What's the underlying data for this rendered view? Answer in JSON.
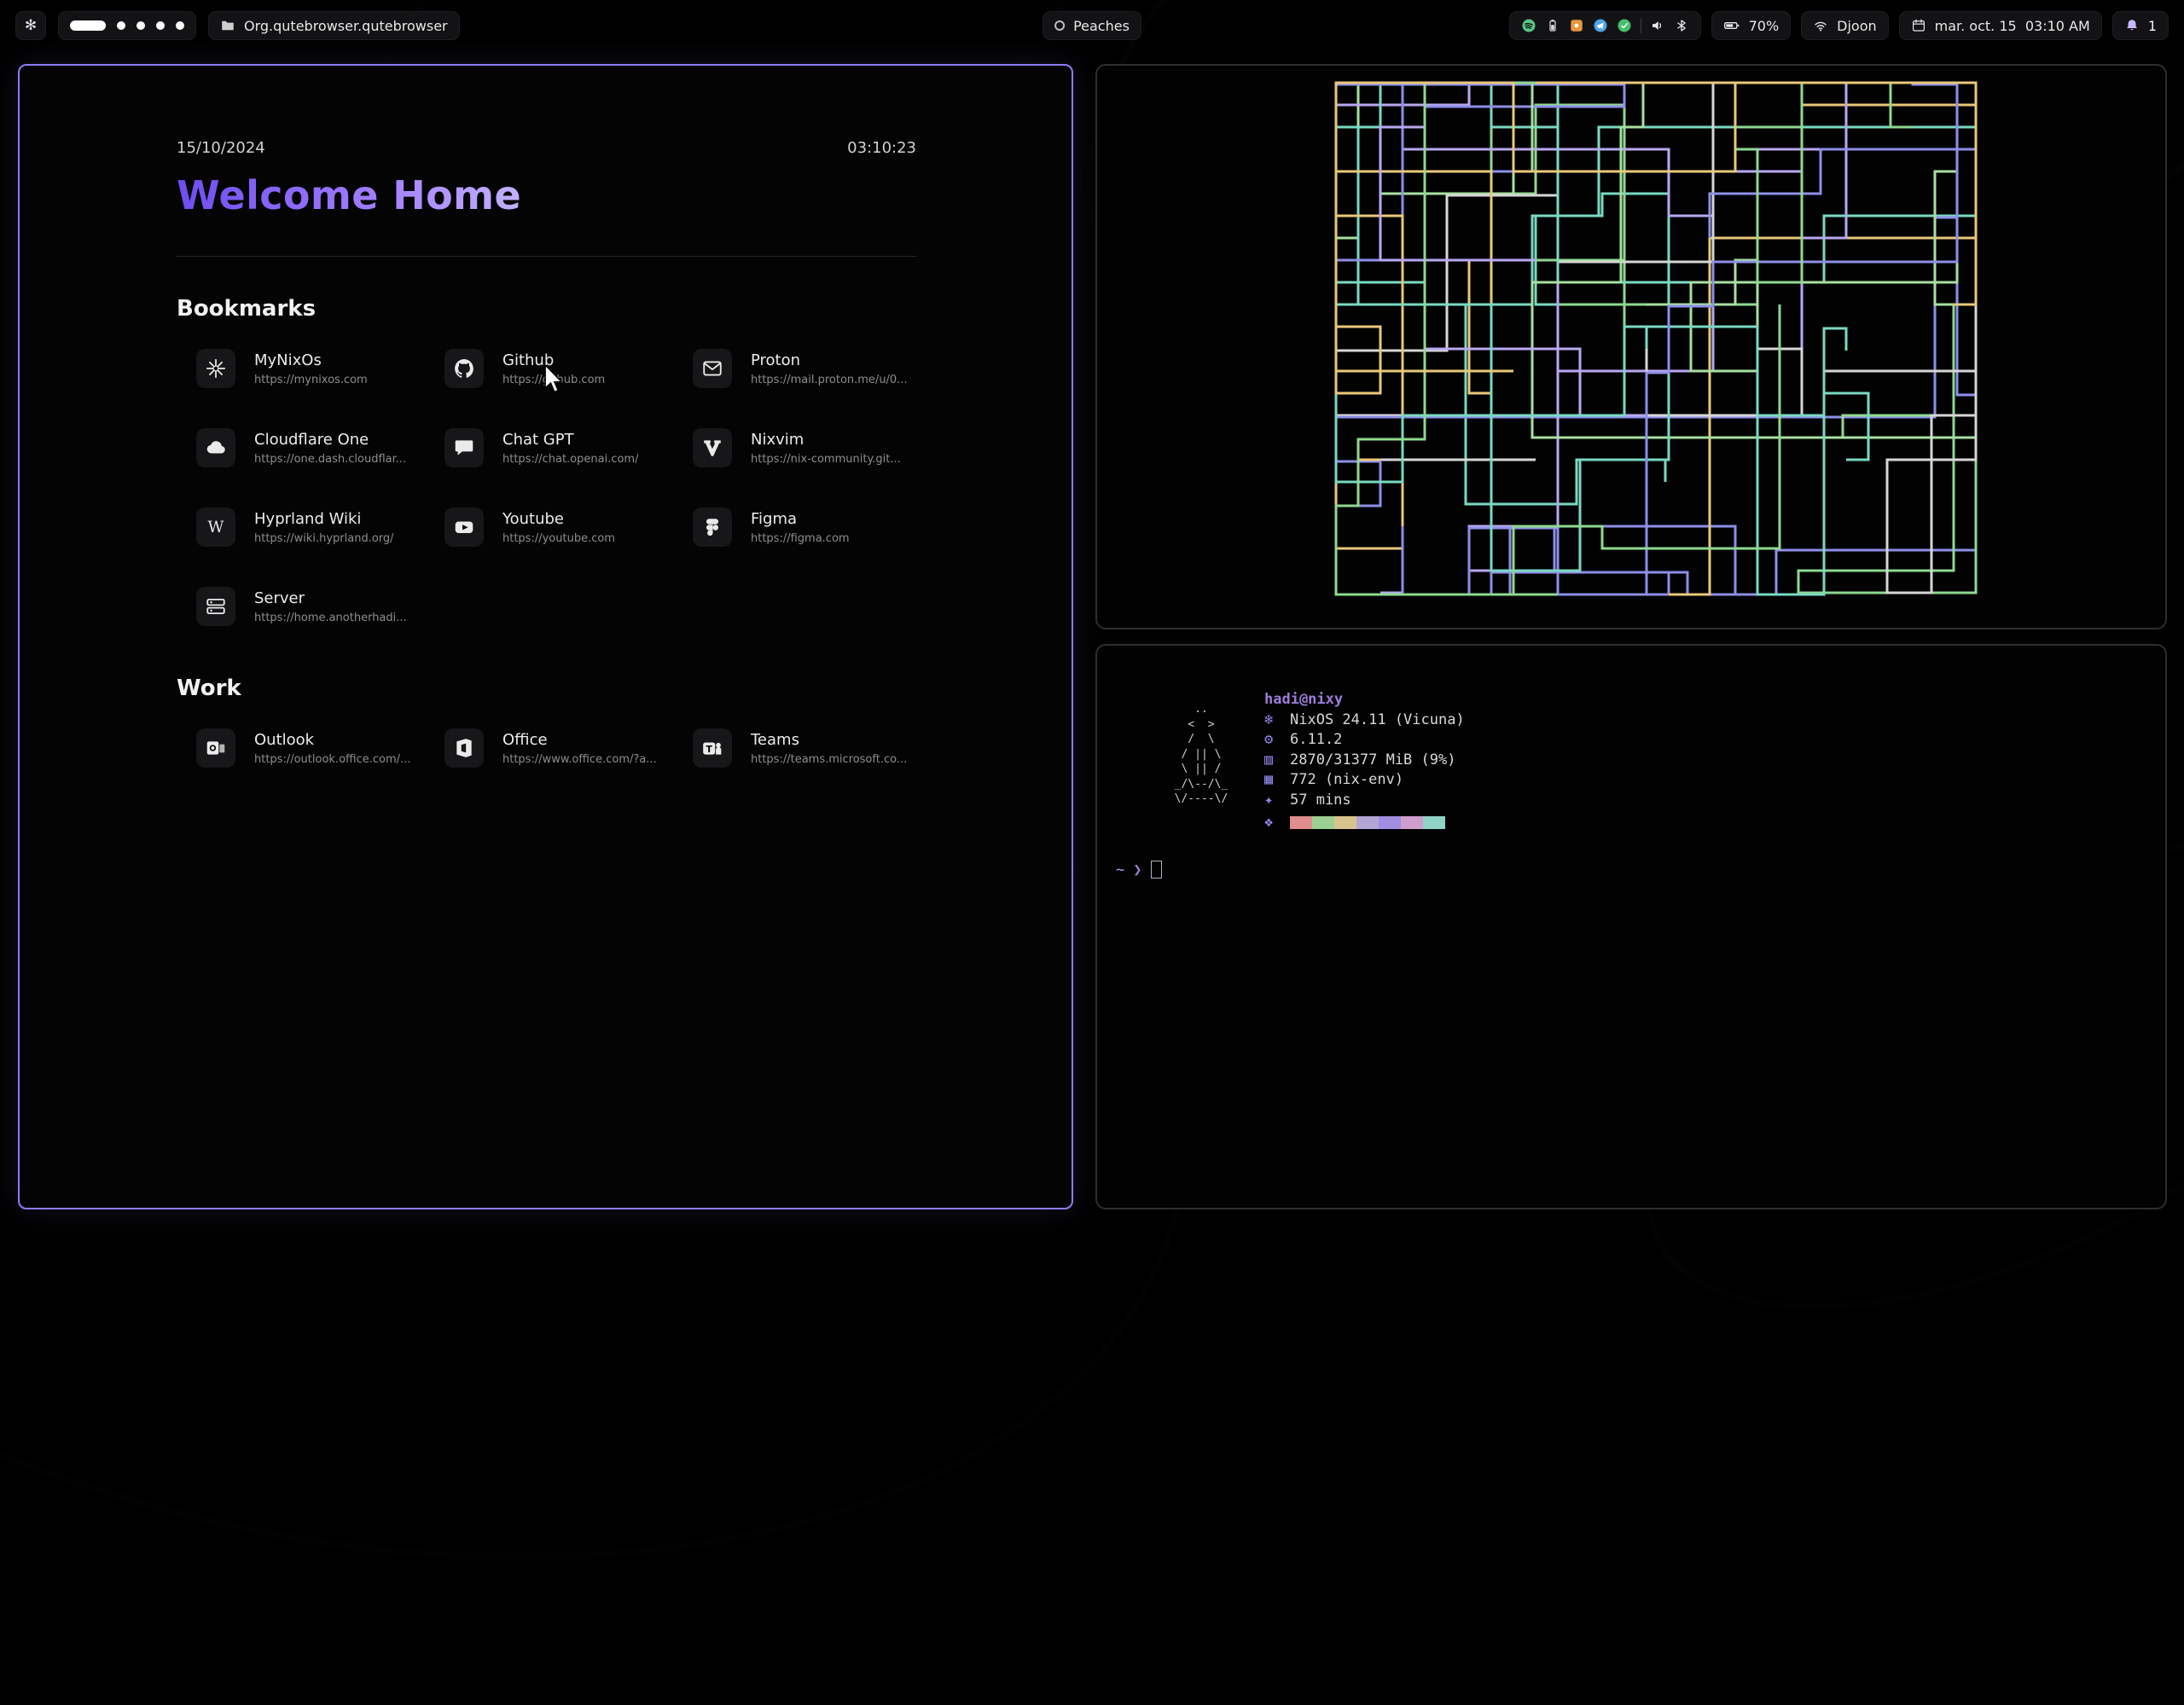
{
  "theme": {
    "accent": "#8b7cf8",
    "terminal_border": "#2e2e31"
  },
  "topbar": {
    "launcher": {
      "icon": "✻"
    },
    "workspaces": {
      "count": 5,
      "active": 0
    },
    "window_chip": {
      "title": "Org.qutebrowser.qutebrowser"
    },
    "center_chip": {
      "label": "Peaches"
    },
    "tray": {
      "spotify": "#57c786",
      "battery_glyph": "#dcdcdc",
      "app_orange": "#e8963f",
      "app_blue": "#4ea4e8",
      "app_green": "#46c06a"
    },
    "battery": {
      "percent": "70%"
    },
    "network": {
      "ssid": "Djoon"
    },
    "clock": {
      "text": "mar. oct. 15  03:10 AM"
    },
    "notifications": {
      "count": "1",
      "bell_color": "#c9b8ff"
    }
  },
  "startpage": {
    "date": "15/10/2024",
    "time": "03:10:23",
    "title": "Welcome Home",
    "sections": [
      {
        "heading": "Bookmarks",
        "items": [
          {
            "name": "MyNixOs",
            "url": "https://mynixos.com",
            "icon": "snowflake"
          },
          {
            "name": "Github",
            "url": "https://github.com",
            "icon": "github"
          },
          {
            "name": "Proton",
            "url": "https://mail.proton.me/u/0...",
            "icon": "mail"
          },
          {
            "name": "Cloudflare One",
            "url": "https://one.dash.cloudflar...",
            "icon": "cloud"
          },
          {
            "name": "Chat GPT",
            "url": "https://chat.openai.com/",
            "icon": "chat"
          },
          {
            "name": "Nixvim",
            "url": "https://nix-community.git...",
            "icon": "vim"
          },
          {
            "name": "Hyprland Wiki",
            "url": "https://wiki.hyprland.org/",
            "icon": "wiki"
          },
          {
            "name": "Youtube",
            "url": "https://youtube.com",
            "icon": "youtube"
          },
          {
            "name": "Figma",
            "url": "https://figma.com",
            "icon": "figma"
          },
          {
            "name": "Server",
            "url": "https://home.anotherhadi...",
            "icon": "server"
          }
        ]
      },
      {
        "heading": "Work",
        "items": [
          {
            "name": "Outlook",
            "url": "https://outlook.office.com/...",
            "icon": "outlook"
          },
          {
            "name": "Office",
            "url": "https://www.office.com/?a...",
            "icon": "office"
          },
          {
            "name": "Teams",
            "url": "https://teams.microsoft.co...",
            "icon": "teams"
          }
        ]
      }
    ]
  },
  "pipes": {
    "palette": [
      "#79d9c2",
      "#8f8fe8",
      "#8fd98f",
      "#e8c87a",
      "#a8e0a0",
      "#b9a8f0",
      "#d6d6d6"
    ]
  },
  "fetch": {
    "title": "hadi@nixy",
    "ascii": [
      "     ..",
      "    <  >",
      "    /  \\",
      "   / || \\",
      "   \\ || /",
      "  _/\\--/\\_",
      "  \\/----\\/"
    ],
    "lines": [
      {
        "icon": "❄",
        "text": "NixOS 24.11 (Vicuna)"
      },
      {
        "icon": "⚙",
        "text": "6.11.2"
      },
      {
        "icon": "▥",
        "text": "2870/31377 MiB (9%)"
      },
      {
        "icon": "▦",
        "text": "772 (nix-env)"
      },
      {
        "icon": "✦",
        "text": "57 mins"
      }
    ],
    "palette_icon": "❖",
    "palette": [
      "#e08d8d",
      "#9ccf92",
      "#d9c48e",
      "#b3a6d4",
      "#a08ee0",
      "#cf9ecf",
      "#8fd4c4"
    ],
    "prompt": {
      "tilde": "~",
      "chevron": "❯"
    }
  }
}
